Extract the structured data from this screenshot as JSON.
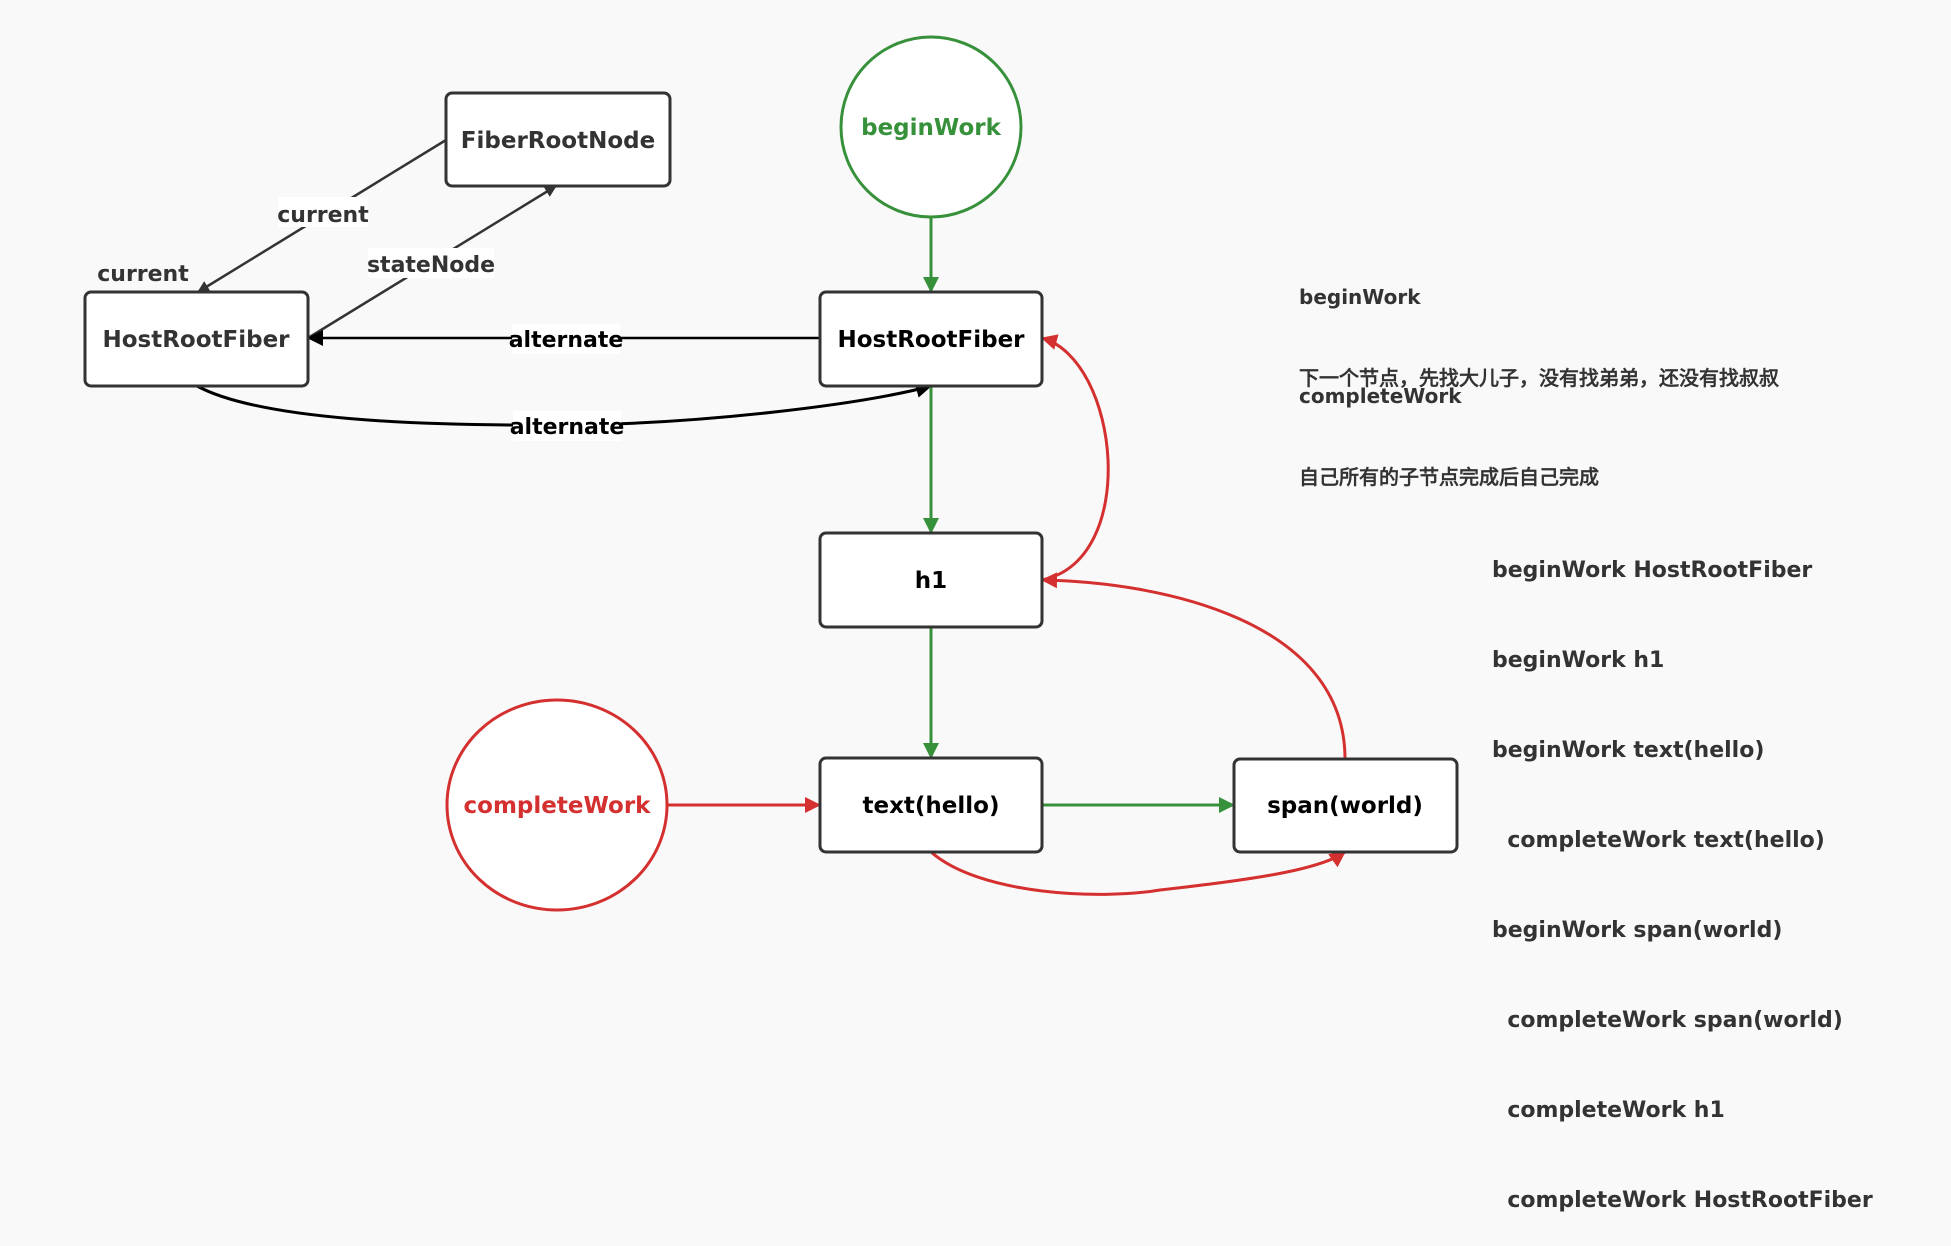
{
  "colors": {
    "background": "#f9f9f9",
    "node_border": "#333333",
    "green": "#37913b",
    "red": "#d4302f",
    "black": "#000000",
    "muted_text": "#333333"
  },
  "nodes": {
    "fiber_root_node": "FiberRootNode",
    "host_root_fiber_current": "HostRootFiber",
    "host_root_fiber_wip": "HostRootFiber",
    "h1": "h1",
    "text_hello": "text(hello)",
    "span_world": "span(world)",
    "begin_work_circle": "beginWork",
    "complete_work_circle": "completeWork"
  },
  "edge_labels": {
    "current_edge": "current",
    "current_tag": "current",
    "state_node": "stateNode",
    "alternate_straight": "alternate",
    "alternate_curve": "alternate"
  },
  "notes": {
    "begin_work_title": "beginWork",
    "begin_work_desc": "下一个节点，先找大儿子，没有找弟弟，还没有找叔叔",
    "complete_work_title": "completeWork",
    "complete_work_desc": "自己所有的子节点完成后自己完成"
  },
  "trace": [
    "beginWork HostRootFiber",
    "beginWork h1",
    "beginWork text(hello)",
    "  completeWork text(hello)",
    "beginWork span(world)",
    "  completeWork span(world)",
    "  completeWork h1",
    "  completeWork HostRootFiber"
  ]
}
